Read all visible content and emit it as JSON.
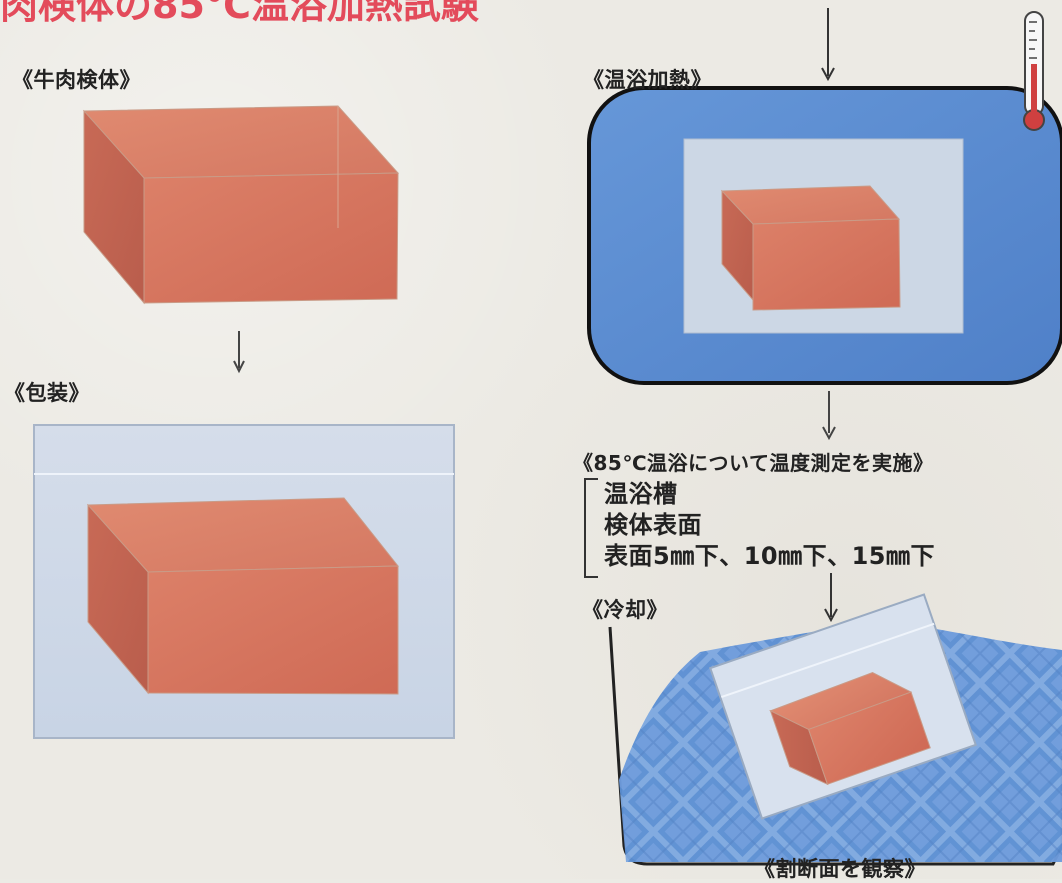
{
  "header": {
    "partial_title": "肉検体の85℃温浴加熱試験"
  },
  "sections": {
    "beef": "《牛肉検体》",
    "package": "《包装》",
    "bath": "《温浴加熱》",
    "measurement": "《85℃温浴について温度測定を実施》",
    "cooling": "《冷却》",
    "observe": "《割断面を観察》"
  },
  "measurement_points": [
    "温浴槽",
    "検体表面",
    "表面5㎜下、10㎜下、15㎜下"
  ],
  "colors": {
    "meat": "#d77a62",
    "meat_dark": "#c5614e",
    "package": "#ccd8e9",
    "bath": "#5e8fd3",
    "title": "#e34b5b"
  },
  "icons": {
    "thermometer": "thermometer-icon",
    "ice": "ice-cubes"
  }
}
